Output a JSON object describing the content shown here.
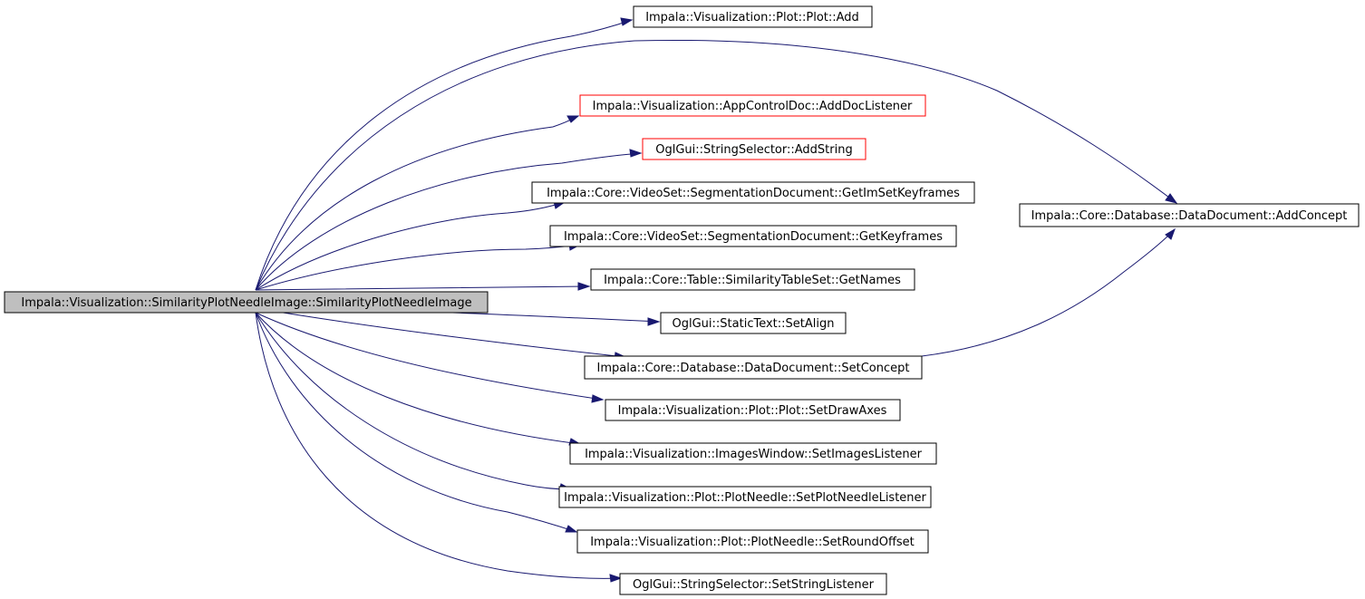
{
  "colors": {
    "edge": "#191970",
    "root_fill": "#bfbfbf",
    "normal_border": "#000000",
    "undocumented_border": "#ff0000",
    "node_fill": "#ffffff"
  },
  "root": {
    "id": "root",
    "label": "Impala::Visualization::SimilarityPlotNeedleImage::SimilarityPlotNeedleImage"
  },
  "nodes": [
    {
      "id": "add",
      "label": "Impala::Visualization::Plot::Plot::Add",
      "style": "normal"
    },
    {
      "id": "adddoclistener",
      "label": "Impala::Visualization::AppControlDoc::AddDocListener",
      "style": "undocumented"
    },
    {
      "id": "addstring",
      "label": "OglGui::StringSelector::AddString",
      "style": "undocumented"
    },
    {
      "id": "getimsetkeyframes",
      "label": "Impala::Core::VideoSet::SegmentationDocument::GetImSetKeyframes",
      "style": "normal"
    },
    {
      "id": "getkeyframes",
      "label": "Impala::Core::VideoSet::SegmentationDocument::GetKeyframes",
      "style": "normal"
    },
    {
      "id": "getnames",
      "label": "Impala::Core::Table::SimilarityTableSet::GetNames",
      "style": "normal"
    },
    {
      "id": "setalign",
      "label": "OglGui::StaticText::SetAlign",
      "style": "normal"
    },
    {
      "id": "setconcept",
      "label": "Impala::Core::Database::DataDocument::SetConcept",
      "style": "normal"
    },
    {
      "id": "setdrawaxes",
      "label": "Impala::Visualization::Plot::Plot::SetDrawAxes",
      "style": "normal"
    },
    {
      "id": "setimageslistener",
      "label": "Impala::Visualization::ImagesWindow::SetImagesListener",
      "style": "normal"
    },
    {
      "id": "setplotneedlelistener",
      "label": "Impala::Visualization::Plot::PlotNeedle::SetPlotNeedleListener",
      "style": "normal"
    },
    {
      "id": "setroundoffset",
      "label": "Impala::Visualization::Plot::PlotNeedle::SetRoundOffset",
      "style": "normal"
    },
    {
      "id": "setstringlistener",
      "label": "OglGui::StringSelector::SetStringListener",
      "style": "normal"
    },
    {
      "id": "addconcept",
      "label": "Impala::Core::Database::DataDocument::AddConcept",
      "style": "normal"
    }
  ],
  "edges": [
    {
      "from": "root",
      "to": "add"
    },
    {
      "from": "root",
      "to": "addconcept"
    },
    {
      "from": "root",
      "to": "adddoclistener"
    },
    {
      "from": "root",
      "to": "addstring"
    },
    {
      "from": "root",
      "to": "getimsetkeyframes"
    },
    {
      "from": "root",
      "to": "getkeyframes"
    },
    {
      "from": "root",
      "to": "getnames"
    },
    {
      "from": "root",
      "to": "setalign"
    },
    {
      "from": "root",
      "to": "setconcept"
    },
    {
      "from": "root",
      "to": "setdrawaxes"
    },
    {
      "from": "root",
      "to": "setimageslistener"
    },
    {
      "from": "root",
      "to": "setplotneedlelistener"
    },
    {
      "from": "root",
      "to": "setroundoffset"
    },
    {
      "from": "root",
      "to": "setstringlistener"
    },
    {
      "from": "setconcept",
      "to": "addconcept"
    }
  ]
}
